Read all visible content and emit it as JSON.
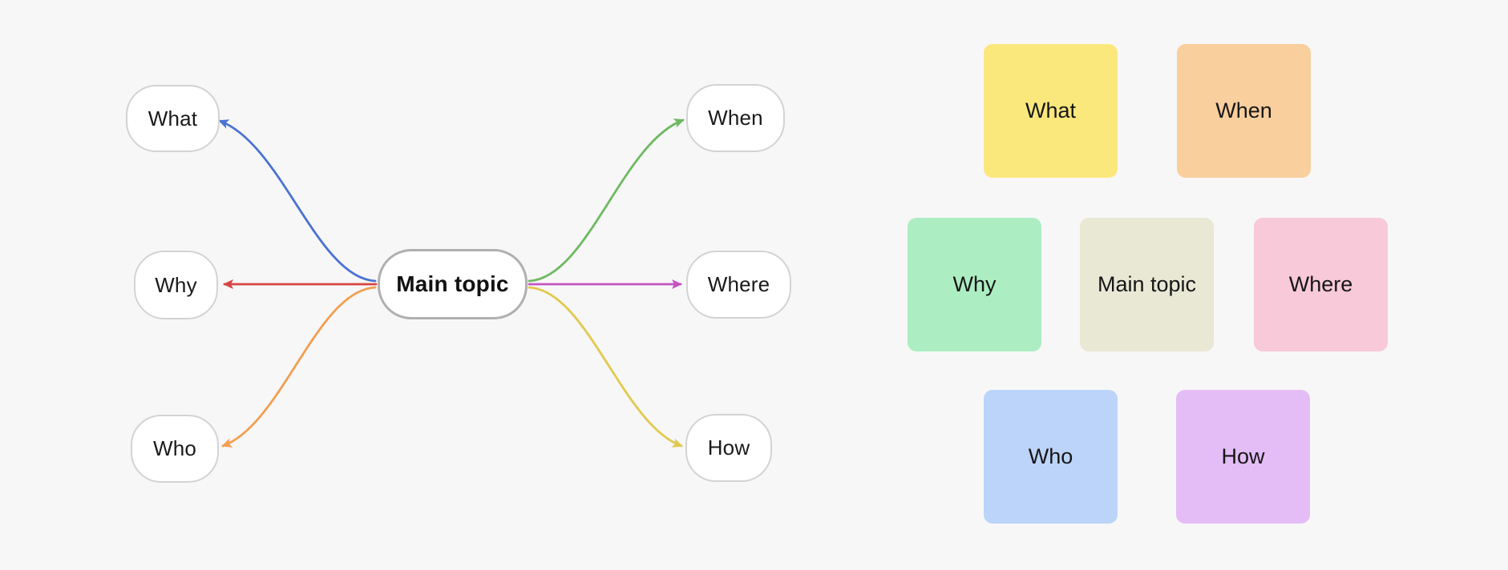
{
  "canvas": {
    "background": "#f7f7f7"
  },
  "mindmap": {
    "center": {
      "label": "Main topic"
    },
    "branches": [
      {
        "label": "What",
        "color": "#4a72d4",
        "position": "top-left"
      },
      {
        "label": "Why",
        "color": "#d94444",
        "position": "middle-left"
      },
      {
        "label": "Who",
        "color": "#f19f52",
        "position": "bottom-left"
      },
      {
        "label": "When",
        "color": "#6fb962",
        "position": "top-right"
      },
      {
        "label": "Where",
        "color": "#c454c2",
        "position": "middle-right"
      },
      {
        "label": "How",
        "color": "#e2c94e",
        "position": "bottom-right"
      }
    ]
  },
  "cards": [
    {
      "label": "What",
      "color": "#fbe87d"
    },
    {
      "label": "When",
      "color": "#f9cf9d"
    },
    {
      "label": "Why",
      "color": "#aceec2"
    },
    {
      "label": "Main topic",
      "color": "#e8e8d5"
    },
    {
      "label": "Where",
      "color": "#f8c9d9"
    },
    {
      "label": "Who",
      "color": "#bcd4fa"
    },
    {
      "label": "How",
      "color": "#e4bdf6"
    }
  ]
}
